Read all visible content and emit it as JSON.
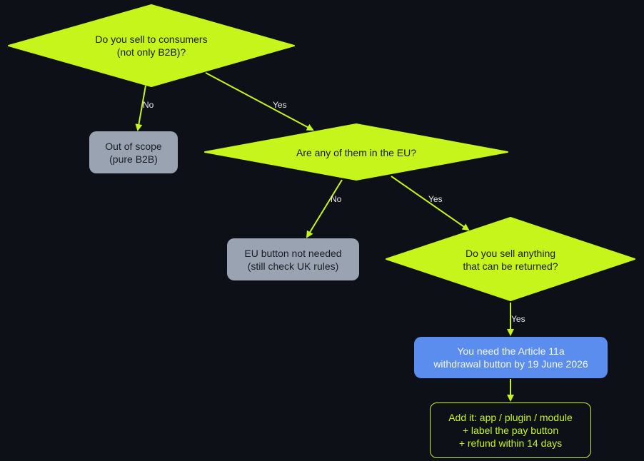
{
  "colors": {
    "background": "#0d1117",
    "decision": "#c6f51b",
    "edge": "#c6f51b",
    "terminal_gray": "#9aa3b2",
    "action_blue": "#5b8def"
  },
  "nodes": {
    "q1": [
      "Do you sell to consumers",
      "(not only B2B)?"
    ],
    "out_of_scope": [
      "Out of scope",
      "(pure B2B)"
    ],
    "q2": [
      "Are any of them in the EU?"
    ],
    "eu_not_needed": [
      "EU button not needed",
      "(still check UK rules)"
    ],
    "q3": [
      "Do you sell anything",
      "that can be returned?"
    ],
    "need_button": [
      "You need the Article 11a",
      "withdrawal button by 19 June 2026"
    ],
    "add_it": [
      "Add it: app / plugin / module",
      "+ label the pay button",
      "+ refund within 14 days"
    ]
  },
  "edges": {
    "q1_no": "No",
    "q1_yes": "Yes",
    "q2_no": "No",
    "q2_yes": "Yes",
    "q3_yes": "Yes"
  }
}
